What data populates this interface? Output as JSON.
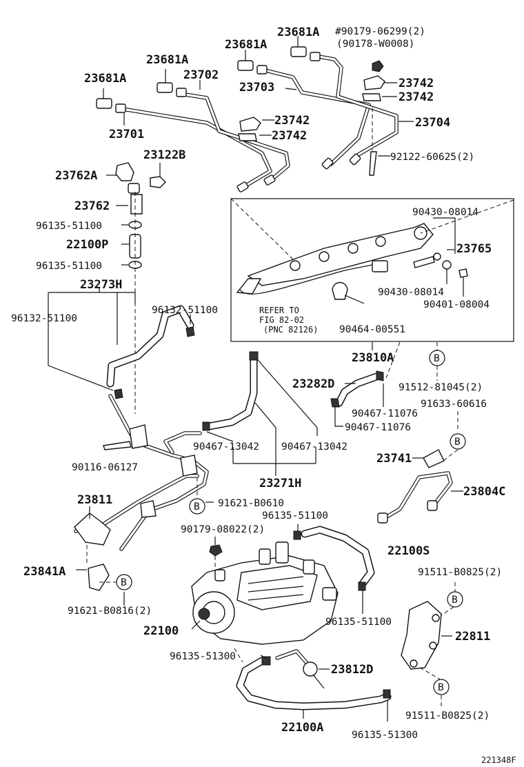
{
  "labels": {
    "p23681A_1": "23681A",
    "p90179_06299": "#90179-06299(2)",
    "p90178_w0008": "(90178-W0008)",
    "p23681A_2": "23681A",
    "p23681A_3": "23681A",
    "p23702": "23702",
    "p23703": "23703",
    "p23742_1": "23742",
    "p23742_2": "23742",
    "p23681A_4": "23681A",
    "p23704": "23704",
    "p23742_3": "23742",
    "p23742_4": "23742",
    "p23701": "23701",
    "p92122_60625": "92122-60625(2)",
    "p23122B": "23122B",
    "p23762A": "23762A",
    "p23762": "23762",
    "p90430_08014_1": "90430-08014",
    "p96135_51100_1": "96135-51100",
    "p22100P": "22100P",
    "p23765": "23765",
    "p96135_51100_2": "96135-51100",
    "p23273H": "23273H",
    "p90430_08014_2": "90430-08014",
    "p90401_08004": "90401-08004",
    "p96132_51100_1": "96132-51100",
    "p96132_51100_2": "96132-51100",
    "refer_1": "REFER TO",
    "refer_2": "FIG 82-02",
    "refer_3": "(PNC 82126)",
    "p90464_00551": "90464-00551",
    "p23810A": "23810A",
    "p23282D": "23282D",
    "p91512_81045": "91512-81045(2)",
    "p91633_60616": "91633-60616",
    "p90467_11076_1": "90467-11076",
    "p90467_11076_2": "90467-11076",
    "p90467_13042_1": "90467-13042",
    "p90467_13042_2": "90467-13042",
    "p90116_06127": "90116-06127",
    "p23741": "23741",
    "p23271H": "23271H",
    "p23804C": "23804C",
    "p23811": "23811",
    "p91621_b0610": "91621-B0610",
    "p96135_51100_3": "96135-51100",
    "p90179_08022": "90179-08022(2)",
    "p22100S": "22100S",
    "p23841A": "23841A",
    "p91511_b0825_1": "91511-B0825(2)",
    "p91621_b0816": "91621-B0816(2)",
    "p96135_51100_4": "96135-51100",
    "p22100": "22100",
    "p22811": "22811",
    "p96135_51300_1": "96135-51300",
    "p23812D": "23812D",
    "p91511_b0825_2": "91511-B0825(2)",
    "p22100A": "22100A",
    "p96135_51300_2": "96135-51300",
    "fig_id": "221348F"
  },
  "markers": {
    "b": "B"
  }
}
